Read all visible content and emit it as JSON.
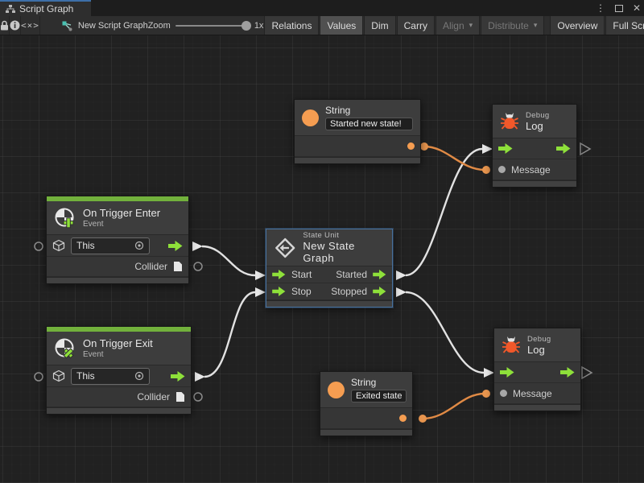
{
  "tab_bar": {
    "active_tab": "Script Graph",
    "menu_icon": "⋮",
    "close_icon": "✕"
  },
  "toolbar": {
    "inspect_icon_text": "<×>",
    "graph_name": "New Script Graph",
    "zoom_label": "Zoom",
    "zoom_value": "1x",
    "buttons": [
      {
        "label": "Relations",
        "active": false
      },
      {
        "label": "Values",
        "active": true
      },
      {
        "label": "Dim"
      },
      {
        "label": "Carry"
      },
      {
        "label": "Align",
        "disabled": true,
        "dropdown": true
      },
      {
        "label": "Distribute",
        "disabled": true,
        "dropdown": true
      },
      {
        "label": "Overview"
      },
      {
        "label": "Full Scr"
      }
    ]
  },
  "graph": {
    "nodes": {
      "string_top": {
        "title": "String",
        "value": "Started new state!"
      },
      "string_bottom": {
        "title": "String",
        "value": "Exited state"
      },
      "debug_top": {
        "category": "Debug",
        "title": "Log",
        "port_in": "Message"
      },
      "debug_bottom": {
        "category": "Debug",
        "title": "Log",
        "port_in": "Message"
      },
      "on_trigger_enter": {
        "title": "On Trigger Enter",
        "subtitle": "Event",
        "target_value": "This",
        "port_out": "Collider"
      },
      "on_trigger_exit": {
        "title": "On Trigger Exit",
        "subtitle": "Event",
        "target_value": "This",
        "port_out": "Collider"
      },
      "state_unit": {
        "category": "State Unit",
        "title": "New State Graph",
        "ports_in": [
          "Start",
          "Stop"
        ],
        "ports_out": [
          "Started",
          "Stopped"
        ]
      }
    },
    "colors": {
      "flow_green": "#8ee03a",
      "value_orange": "#e9964f",
      "event_header_green": "#72b13c",
      "selection_blue": "#49719c",
      "bug_orange": "#f1582a"
    }
  }
}
